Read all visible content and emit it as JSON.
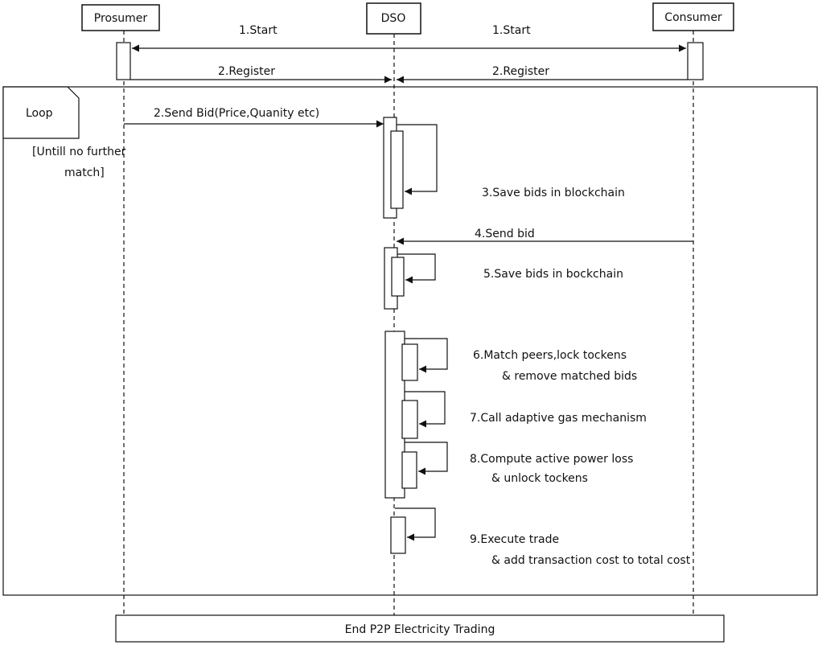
{
  "participants": {
    "prosumer": "Prosumer",
    "dso": "DSO",
    "consumer": "Consumer"
  },
  "loop": {
    "label": "Loop",
    "guard_line1": "[Untill no further",
    "guard_line2": "match]"
  },
  "messages": {
    "start_left": "1.Start",
    "start_right": "1.Start",
    "register_left": "2.Register",
    "register_right": "2.Register",
    "send_bid_prosumer": "2.Send Bid(Price,Quanity etc)",
    "save_bids_1": "3.Save bids in blockchain",
    "send_bid_consumer": "4.Send bid",
    "save_bids_2": "5.Save bids in bockchain",
    "match_line1": "6.Match peers,lock tockens",
    "match_line2": "& remove matched bids",
    "gas": "7.Call adaptive gas mechanism",
    "loss_line1": "8.Compute active power loss",
    "loss_line2": "& unlock tockens",
    "exec_line1": "9.Execute trade",
    "exec_line2": "& add transaction cost to total cost"
  },
  "end_box": "End P2P Electricity Trading"
}
